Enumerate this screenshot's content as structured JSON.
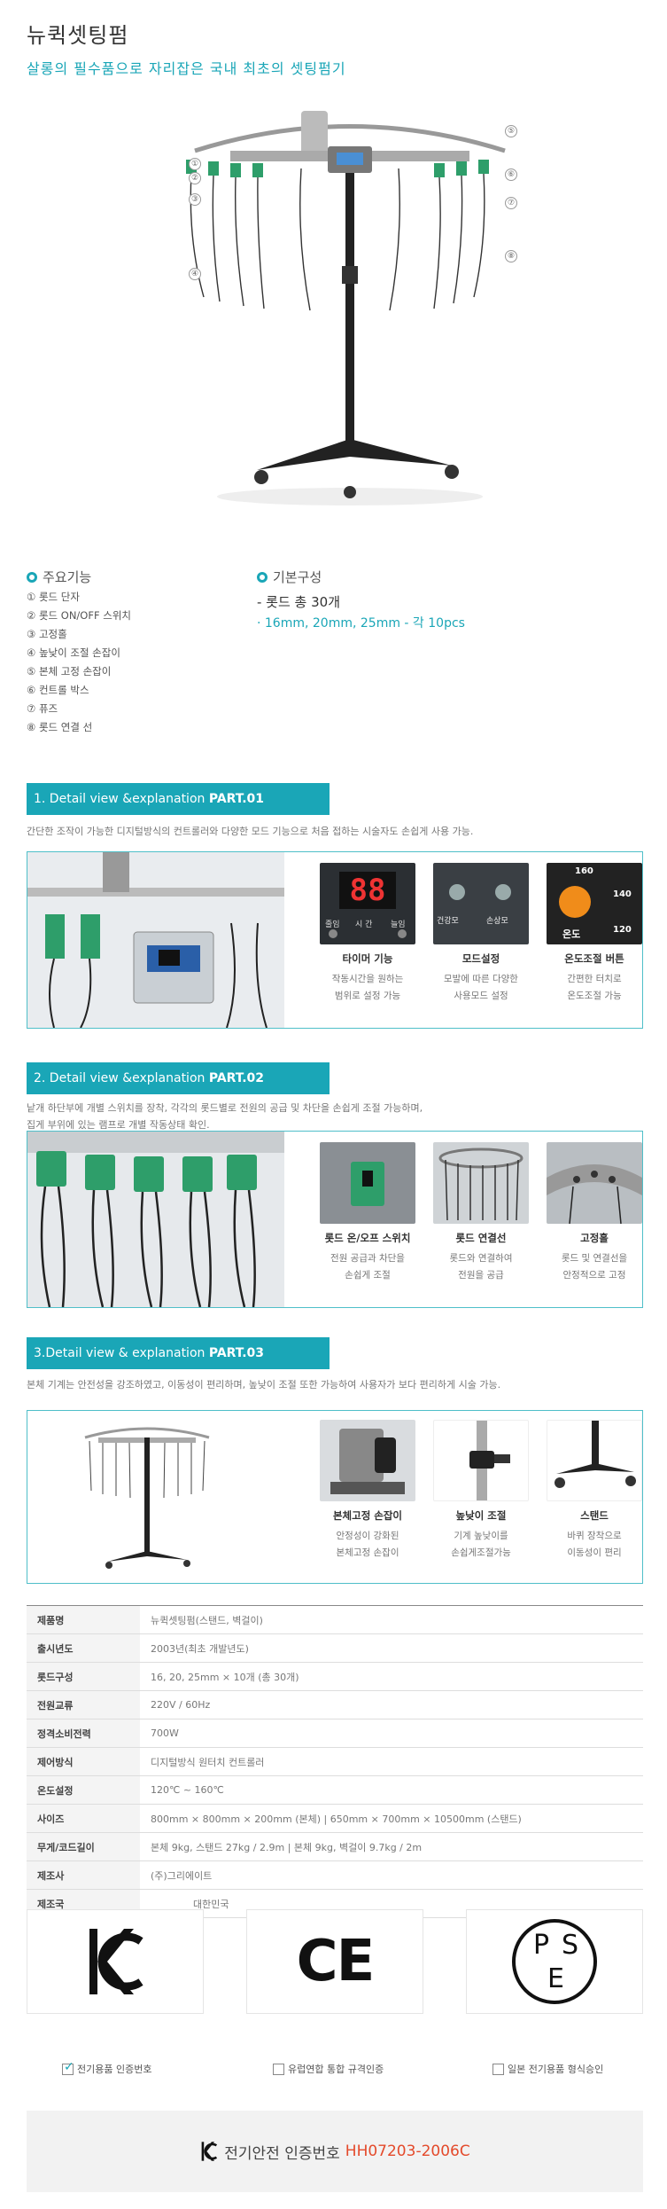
{
  "header": {
    "title": "뉴퀵셋팅펌",
    "subtitle": "살롱의 필수품으로 자리잡은 국내 최초의 셋팅펌기"
  },
  "hero": {
    "callouts": [
      "①",
      "②",
      "③",
      "④",
      "⑤",
      "⑥",
      "⑦",
      "⑧"
    ]
  },
  "features": {
    "heading": "주요기능",
    "items": [
      "① 롯드 단자",
      "② 롯드 ON/OFF 스위치",
      "③ 고정홀",
      "④ 높낮이 조절 손잡이",
      "⑤ 본체 고정 손잡이",
      "⑥ 컨트롤 박스",
      "⑦ 퓨즈",
      "⑧ 롯드 연결 선"
    ]
  },
  "config": {
    "heading": "기본구성",
    "rod_total": "- 롯드 총 30개",
    "rod_sizes": "· 16mm, 20mm, 25mm - 각 10pcs"
  },
  "part1": {
    "bar_prefix": "1. Detail view &explanation ",
    "bar_bold": "PART.01",
    "desc": "간단한 조작이 가능한 디지털방식의 컨트롤러와 다양한 모드 기능으로 처음 접하는 시술자도 손쉽게 사용 가능.",
    "display_digits": "88",
    "display_left": "줄임",
    "display_mid": "시 간",
    "display_right": "늘임",
    "mode_a": "건강모",
    "mode_b": "손상모",
    "temp_marks": [
      "160",
      "140",
      "120"
    ],
    "temp_label": "온도",
    "items": [
      {
        "title": "타이머 기능",
        "l1": "작동시간을 원하는",
        "l2": "범위로 설정 가능"
      },
      {
        "title": "모드설정",
        "l1": "모발에 따른 다양한",
        "l2": "사용모드 설정"
      },
      {
        "title": "온도조절 버튼",
        "l1": "간편한 터치로",
        "l2": "온도조절 가능"
      }
    ]
  },
  "part2": {
    "bar_prefix": "2. Detail view &explanation ",
    "bar_bold": "PART.02",
    "desc1": "낱개 하단부에 개별 스위치를 장착, 각각의 롯드별로 전원의 공급 및 차단을 손쉽게 조절 가능하며,",
    "desc2": "집게 부위에 있는 램프로 개별 작동상태 확인.",
    "items": [
      {
        "title": "롯드 온/오프 스위치",
        "l1": "전원 공급과 차단을",
        "l2": "손쉽게 조절"
      },
      {
        "title": "롯드 연결선",
        "l1": "롯드와 연결하여",
        "l2": "전원을 공급"
      },
      {
        "title": "고정홀",
        "l1": "롯드 및 연결선을",
        "l2": "안정적으로 고정"
      }
    ]
  },
  "part3": {
    "bar_prefix": "3.Detail view & explanation ",
    "bar_bold": "PART.03",
    "desc": "본체 기계는 안전성을 강조하였고, 이동성이 편리하며, 높낮이 조절 또한 가능하여 사용자가 보다 편리하게 시술 가능.",
    "items": [
      {
        "title": "본체고정 손잡이",
        "l1": "안정성이 강화된",
        "l2": "본체고정 손잡이"
      },
      {
        "title": "높낮이 조절",
        "l1": "기계 높낮이를",
        "l2": "손쉽게조절가능"
      },
      {
        "title": "스탠드",
        "l1": "바퀴 장착으로",
        "l2": "이동성이 편리"
      }
    ]
  },
  "specs": [
    {
      "k": "제품명",
      "v": "뉴퀵셋팅펌(스탠드, 벽걸이)"
    },
    {
      "k": "출시년도",
      "v": "2003년(최초 개발년도)"
    },
    {
      "k": "롯드구성",
      "v": "16, 20, 25mm × 10개 (총 30개)"
    },
    {
      "k": "전원교류",
      "v": "220V / 60Hz"
    },
    {
      "k": "정격소비전력",
      "v": "700W"
    },
    {
      "k": "제어방식",
      "v": "디지털방식 원터치 컨트롤러"
    },
    {
      "k": "온도설정",
      "v": "120℃ ~ 160℃"
    },
    {
      "k": "사이즈",
      "v": "800mm × 800mm × 200mm (본체) | 650mm × 700mm × 10500mm (스탠드)"
    },
    {
      "k": "무게/코드길이",
      "v": "본체 9kg, 스탠드 27kg / 2.9m | 본체 9kg, 벽걸이 9.7kg / 2m"
    },
    {
      "k": "제조사",
      "v": "(주)그리에이트"
    },
    {
      "k": "제조국",
      "v": "대한민국"
    }
  ],
  "certs": {
    "kc_label": "전기용품 인증번호",
    "ce_label": "유럽연합 통합 규격인증",
    "pse_label": "일본 전기용품 형식승인",
    "ce_mark": "CE",
    "pse_p": "P",
    "pse_s": "S",
    "pse_e": "E"
  },
  "safety": {
    "label": "전기안전 인증번호",
    "number": "HH07203-2006C"
  },
  "colors": {
    "accent": "#1aa6b7",
    "number": "#e44a2b"
  }
}
